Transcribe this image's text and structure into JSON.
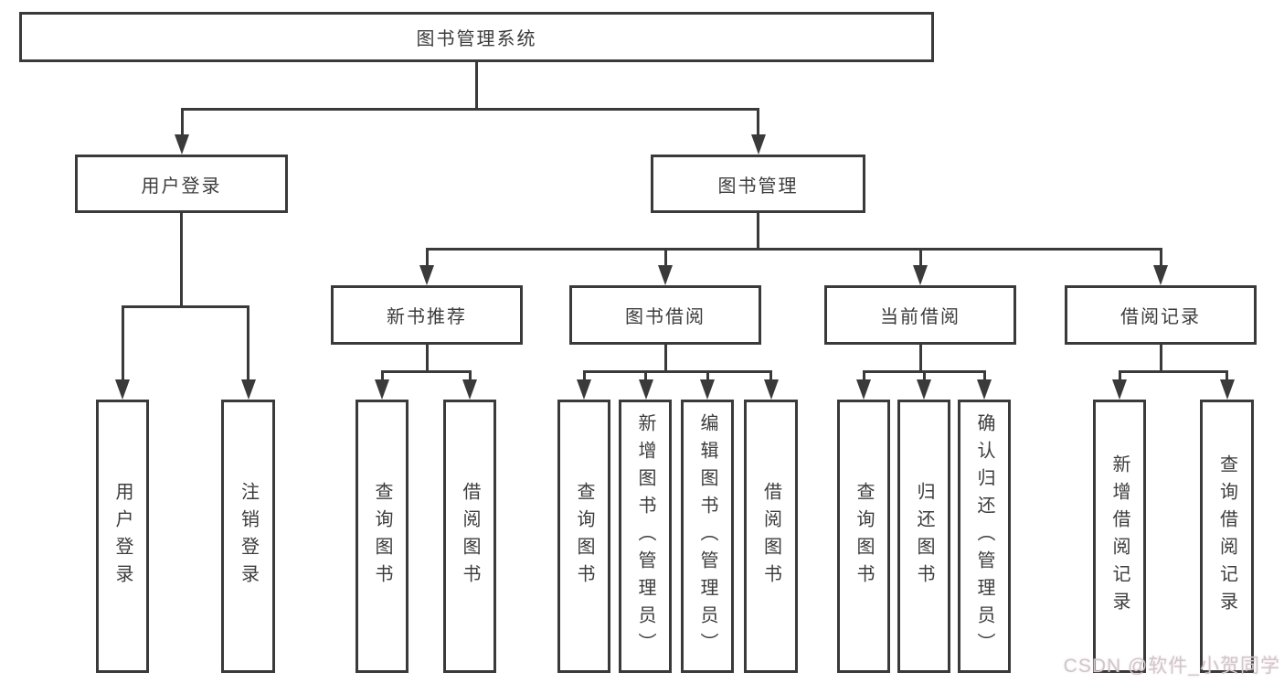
{
  "colors": {
    "line": "#3a3a3a",
    "text": "#3c3c3c",
    "background": "#ffffff",
    "watermark": "#ccc8cc"
  },
  "watermark": {
    "text": "CSDN @软件_小贺同学"
  },
  "tree": {
    "root": {
      "label": "图书管理系统"
    },
    "branches": [
      {
        "label": "用户登录",
        "children": [
          {
            "label": "用户登录"
          },
          {
            "label": "注销登录"
          }
        ]
      },
      {
        "label": "图书管理",
        "children": [
          {
            "label": "新书推荐",
            "children": [
              {
                "label": "查询图书"
              },
              {
                "label": "借阅图书"
              }
            ]
          },
          {
            "label": "图书借阅",
            "children": [
              {
                "label": "查询图书"
              },
              {
                "label": "新增图书（管理员）"
              },
              {
                "label": "编辑图书（管理员）"
              },
              {
                "label": "借阅图书"
              }
            ]
          },
          {
            "label": "当前借阅",
            "children": [
              {
                "label": "查询图书"
              },
              {
                "label": "归还图书"
              },
              {
                "label": "确认归还（管理员）"
              }
            ]
          },
          {
            "label": "借阅记录",
            "children": [
              {
                "label": "新增借阅记录"
              },
              {
                "label": "查询借阅记录"
              }
            ]
          }
        ]
      }
    ]
  }
}
